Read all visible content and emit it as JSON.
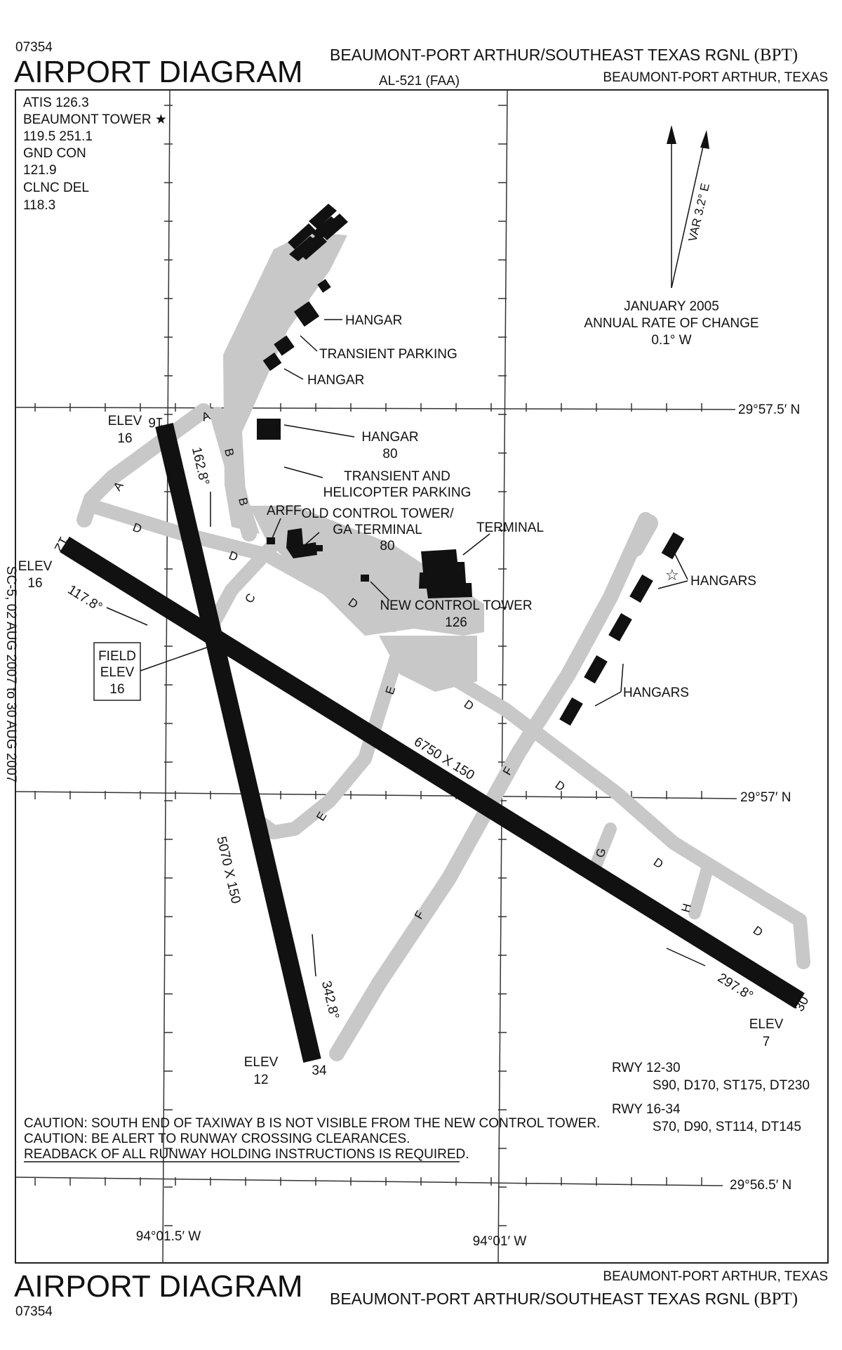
{
  "header": {
    "chart_number": "07354",
    "title": "AIRPORT DIAGRAM",
    "airport_name": "BEAUMONT-PORT ARTHUR/SOUTHEAST TEXAS RGNL",
    "airport_id": "(BPT)",
    "procedure_id": "AL-521 (FAA)",
    "city_state": "BEAUMONT-PORT ARTHUR, TEXAS"
  },
  "footer": {
    "title": "AIRPORT DIAGRAM",
    "chart_number": "07354",
    "city_state": "BEAUMONT-PORT ARTHUR, TEXAS",
    "airport_name": "BEAUMONT-PORT ARTHUR/SOUTHEAST TEXAS RGNL",
    "airport_id": "(BPT)"
  },
  "frequencies": [
    "ATIS 126.3",
    "BEAUMONT TOWER ★",
    "119.5  251.1",
    "GND CON",
    "121.9",
    "CLNC DEL",
    "118.3"
  ],
  "magnetic": {
    "variation": "VAR 3.2° E",
    "date": "JANUARY  2005",
    "rate_label": "ANNUAL RATE OF CHANGE",
    "rate_value": "0.1°   W"
  },
  "latitudes": [
    "29°57.5′ N",
    "29°57′ N",
    "29°56.5′ N"
  ],
  "longitudes": [
    "94°01.5′ W",
    "94°01′ W"
  ],
  "runways": {
    "r16": "16",
    "r34": "34",
    "r12": "12",
    "r30": "30",
    "dim_16_34": "5070 X 150",
    "dim_12_30": "6750 X 150",
    "hdg_16": "162.8°",
    "hdg_34": "342.8°",
    "hdg_12": "117.8°",
    "hdg_30": "297.8°"
  },
  "elevations": {
    "elev_label": "ELEV",
    "rwy16": "16",
    "rwy12": "16",
    "rwy34": "12",
    "rwy30": "7",
    "field_1": "FIELD",
    "field_2": "ELEV",
    "field_3": "16"
  },
  "taxiways": [
    "A",
    "A",
    "B",
    "B",
    "C",
    "D",
    "D",
    "D",
    "D",
    "D",
    "D",
    "D",
    "E",
    "E",
    "F",
    "F",
    "G",
    "H"
  ],
  "facilities": {
    "hangar": "HANGAR",
    "transient_parking": "TRANSIENT PARKING",
    "hangar_80_a": "HANGAR",
    "hangar_80_b": "80",
    "trans_heli_a": "TRANSIENT AND",
    "trans_heli_b": "HELICOPTER PARKING",
    "arff": "ARFF",
    "old_tower_a": "OLD CONTROL TOWER/",
    "old_tower_b": "GA TERMINAL",
    "old_tower_c": "80",
    "terminal": "TERMINAL",
    "new_tower_a": "NEW CONTROL TOWER",
    "new_tower_b": "126",
    "hangars": "HANGARS"
  },
  "strength": {
    "rwy_12_30": "RWY  12-30",
    "rwy_12_30_val": "S90, D170, ST175, DT230",
    "rwy_16_34": "RWY  16-34",
    "rwy_16_34_val": "S70, D90, ST114, DT145"
  },
  "cautions": [
    "CAUTION:  SOUTH END OF TAXIWAY B IS NOT VISIBLE FROM THE NEW CONTROL TOWER.",
    "CAUTION:  BE ALERT TO RUNWAY CROSSING CLEARANCES.",
    "READBACK OF ALL RUNWAY HOLDING INSTRUCTIONS IS REQUIRED."
  ],
  "side_text": "SC-5, 02 AUG 2007 to 30 AUG 2007",
  "colors": {
    "runway": "#111111",
    "taxiway": "#cccccc",
    "line": "#222222"
  }
}
